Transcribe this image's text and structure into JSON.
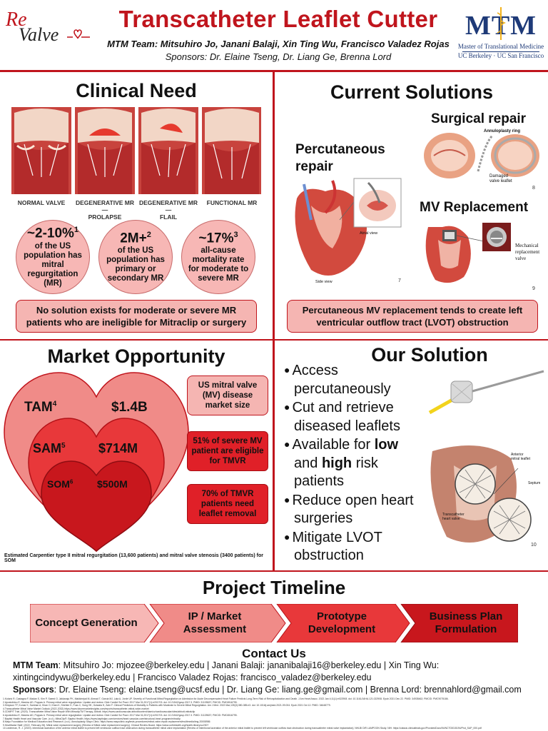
{
  "header": {
    "logo_re": "Re",
    "logo_valve": "Valve",
    "title": "Transcatheter Leaflet Cutter",
    "team": "MTM Team: Mitsuhiro Jo, Janani Balaji, Xin Ting Wu, Francisco Valadez Rojas",
    "sponsors": "Sponsors: Dr. Elaine Tseng, Dr. Liang Ge, Brenna Lord",
    "mtm_mark": "MTM",
    "mtm_line1": "Master of Translational Medicine",
    "mtm_line2": "UC Berkeley · UC San Francisco"
  },
  "clinical_need": {
    "heading": "Clinical Need",
    "valves": [
      {
        "label1": "NORMAL VALVE",
        "label2": ""
      },
      {
        "label1": "DEGENERATIVE MR —",
        "label2": "PROLAPSE"
      },
      {
        "label1": "DEGENERATIVE MR —",
        "label2": "FLAIL"
      },
      {
        "label1": "FUNCTIONAL MR",
        "label2": ""
      }
    ],
    "stats": [
      {
        "big": "~2-10%",
        "sup": "1",
        "text": "of the US population has mitral regurgitation (MR)"
      },
      {
        "big": "2M+",
        "sup": "2",
        "text": "of the US population has primary or secondary MR"
      },
      {
        "big": "~17%",
        "sup": "3",
        "text": "all-cause mortality rate for moderate to severe MR"
      }
    ],
    "callout": "No solution exists for moderate or severe MR patients who are ineligible for Mitraclip or surgery"
  },
  "current_solutions": {
    "heading": "Current Solutions",
    "surgical": "Surgical repair",
    "annuloplasty": "Annuloplasty ring",
    "damaged1": "Damaged",
    "damaged2": "valve leaflet",
    "fig8": "8",
    "percutaneous1": "Percutaneous",
    "percutaneous2": "repair",
    "atrial": "Atrial view",
    "side": "Side view",
    "fig7": "7",
    "mv_replacement": "MV Replacement",
    "mech1": "Mechanical",
    "mech2": "replacement",
    "mech3": "valve",
    "fig9": "9",
    "callout": "Percutaneous MV replacement tends to create left ventricular outflow tract (LVOT) obstruction"
  },
  "market": {
    "heading": "Market Opportunity",
    "tam": "TAM",
    "tam_sup": "4",
    "tam_value": "$1.4B",
    "sam": "SAM",
    "sam_sup": "5",
    "sam_value": "$714M",
    "som": "SOM",
    "som_sup": "6",
    "som_value": "$500M",
    "box1": "US mitral valve (MV) disease market size",
    "box2": "51% of severe MV patient are eligible for TMVR",
    "box3": "70% of TMVR patients need leaflet removal",
    "footnote": "Estimated Carpentier type II mitral regurgitation (13,600 patients) and mitral valve stenosis (3400 patients) for SOM"
  },
  "solution": {
    "heading": "Our Solution",
    "b1": "Access percutaneously",
    "b2": "Cut and retrieve diseased leaflets",
    "b3_pre": "Available for ",
    "b3_low": "low",
    "b3_mid": " and ",
    "b3_high": "high",
    "b3_post": " risk patients",
    "b4": "Reduce open heart surgeries",
    "b5": "Mitigate LVOT obstruction",
    "anterior1": "Anterior",
    "anterior2": "mitral leaflet",
    "septum": "Septum",
    "thv1": "Transcatheter",
    "thv2": "heart valve",
    "fig10": "10"
  },
  "timeline": {
    "heading": "Project Timeline",
    "steps": [
      {
        "line1": "Concept Generation",
        "line2": ""
      },
      {
        "line1": "IP / Market",
        "line2": "Assessment"
      },
      {
        "line1": "Prototype",
        "line2": "Development"
      },
      {
        "line1": "Business Plan",
        "line2": "Formulation"
      }
    ]
  },
  "contact": {
    "heading": "Contact Us",
    "team_label": "MTM Team",
    "team_text": ": Mitsuhiro Jo: mjozee@berkeley.edu | Janani Balaji: jananibalaji16@berkeley.edu | Xin Ting Wu: xintingcindywu@berkeley.edu | Francisco Valadez Rojas: francisco_valadez@berkeley.edu",
    "sponsors_label": "Sponsors",
    "sponsors_text": ": Dr. Elaine Tseng: elaine.tseng@ucsf.edu | Dr. Liang Ge: liang.ge@gmail.com | Brenna Lord: brennahlord@gmail.com"
  },
  "references": [
    "1.Kolaric R, Castagna F, Madan S, Kim P, Saeed O, Jakkaraju PK, Makkinejad M, Ahmad T, Garcia MJ, Lala A, Jorde UP. Severity of Functional Mitral Regurgitation on Admission for Acute Decompensated Heart Failure Predicts Long-Term Risk of Rehospitalization and Death. J Am Heart Assoc. 2022 Jan 4;11(1):e022908. doi: 10.1161/JAHA.121.022908. Epub 2021 Dec 22. PMID: 34935462; PMCID: PMC9075186.",
    "2.Apostolidou E, Maslow AD, Poppas A. Primary mitral valve regurgitation: Update and review. Glob Cardiol Sci Pract. 2017 Mar 31;2017(1):e201703. doi: 10.21542/gcsp.2017.3. PMID: 31139637; PMCID: PMC6516795.",
    "3.Simpson TF, Kumar K, Samhan A, Khan O, Khan K, Strehler K, Fuss C, Song HK, Golwala H, Zahr F. Clinical Predictors of Mortality in Patients with Moderate to Severe Mitral Regurgitation. Am J Med. 2022 Mar;135(3):380-385.e3. doi: 10.1016/j.amjmed.2021.09.004. Epub 2021 Oct 12. PMID: 34648779.",
    "4.Transcatheter Mitral Valve Market Outlook (2022-2032) https://www.futuremarketinsights.com/reports/transcatheter-mitral-valve-market",
    "5.CDMP/T Trial. (2020). Transcatheter Mitral Valve Repair With MitraclipTM Therapy. Abbott. https://www.cardiovascular.abbott/content/dam/cv/cardiovascular/sites/abbott-mitralclip",
    "6.Apostolidou E, Maslow AD, Poppas A. Primary mitral valve regurgitation: Update and review. Glob Cardiol Sci Pract. 2017 Mar 31;2017(1):e201703. doi: 10.21542/gcsp.2017.3. PMID: 31139637; PMCID: PMC6516795.",
    "7.Baptist Health Heart and Vascular Care. (n.d.). MitraClip®. Baptist Health. https://www.baptistjax.com/services/heart-vascular-care/structural-heart-program/mitraclip",
    "8.Mayo Foundation for Medical Education and Research. (n.d.). Annuloplasty. Mayo Clinic. https://www.mayoclinic.org/tests-procedures/mitral-valve-repair-replacement/multimedia/img-20008986",
    "9.Healthwise Staff. (2022, February 28). Mitral valve replacement surgery (Review of Mitral valve replacement surgery). Clinical Review Board. https://www.uofmhealth.org/health-library/uz2307",
    "10.Lederman, R. J. (2020). Intentional laceration of the anterior mitral leaflet to prevent left ventricular outflow tract obstruction during transcatheter mitral valve implantation [Review of Intentional laceration of the anterior mitral leaflet to prevent left ventricular outflow tract obstruction during transcatheter mitral valve implantation]. NHLBI DIR LAMPOON Study. NIH. https://classic.clinicaltrials.gov/ProvidedDocs/94/NCT03015194/Prot_SAP_000.pdf"
  ]
}
